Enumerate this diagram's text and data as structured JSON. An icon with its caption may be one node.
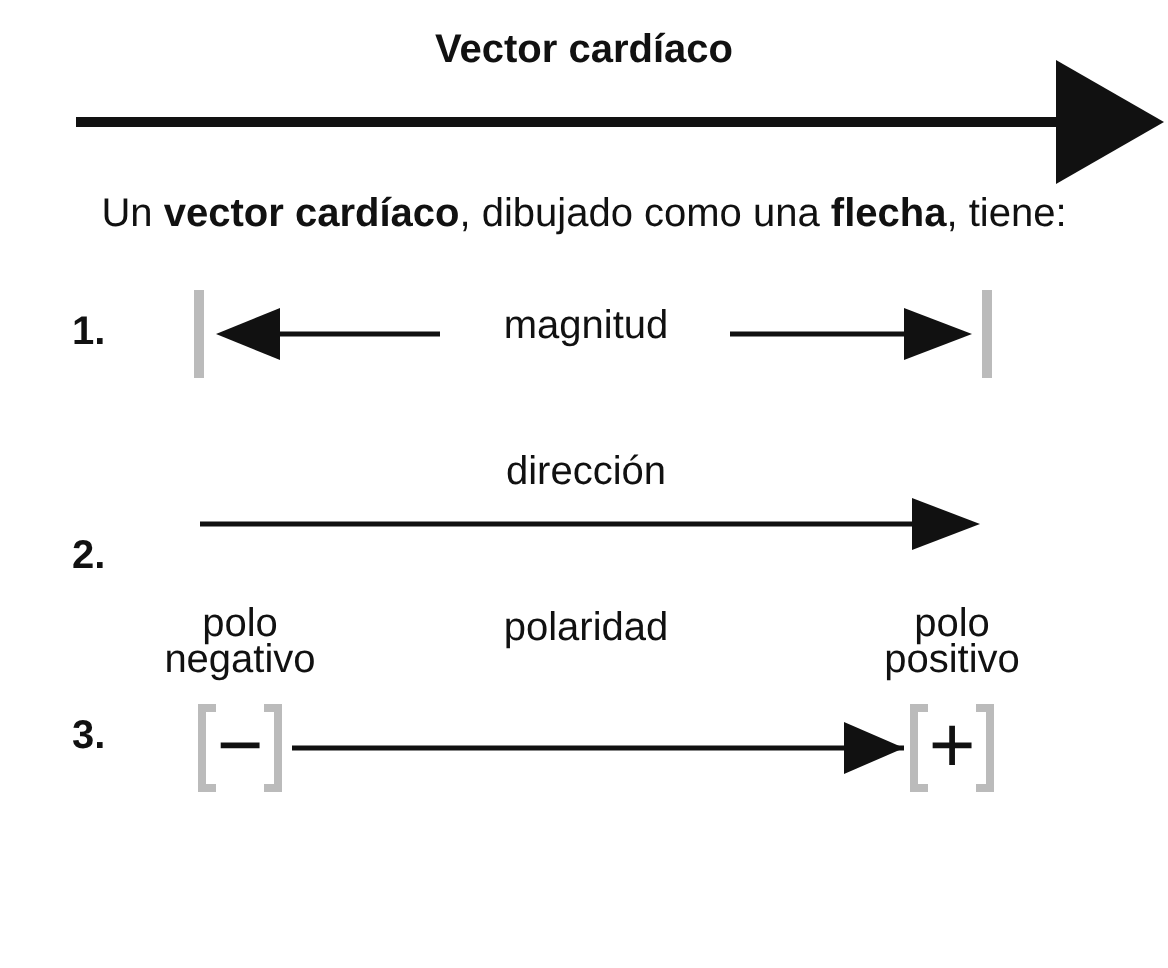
{
  "diagram": {
    "title": "Vector cardíaco",
    "nodes": [
      {
        "text": [
          "−"
        ],
        "beside": [
          "polo negativo"
        ]
      },
      {
        "text": [
          "+"
        ],
        "beside": [
          "polo positivo"
        ]
      }
    ],
    "edges": [
      {
        "from": 0,
        "to": 1,
        "arrow": "to"
      }
    ],
    "labels": [
      "Un **vector cardíaco**, dibujado como una **flecha**, tiene:",
      "1.",
      "magnitud",
      "2.",
      "dirección",
      "3.",
      "polaridad"
    ]
  }
}
